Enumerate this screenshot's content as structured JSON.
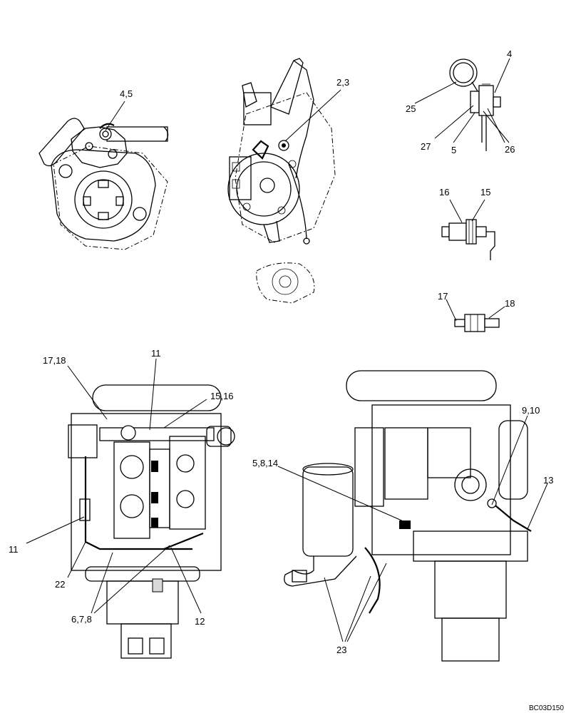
{
  "labels": {
    "l_4_5": "4,5",
    "l_2_3": "2,3",
    "l_4": "4",
    "l_25": "25",
    "l_27": "27",
    "l_5": "5",
    "l_26": "26",
    "l_16": "16",
    "l_15": "15",
    "l_17": "17",
    "l_18": "18",
    "l_17_18": "17,18",
    "l_11_top": "11",
    "l_15_16": "15,16",
    "l_11_left": "11",
    "l_22": "22",
    "l_6_7_8": "6,7,8",
    "l_12": "12",
    "l_9_10": "9,10",
    "l_5_8_14": "5,8,14",
    "l_13": "13",
    "l_23": "23"
  },
  "drawing_code": "BC03D150"
}
